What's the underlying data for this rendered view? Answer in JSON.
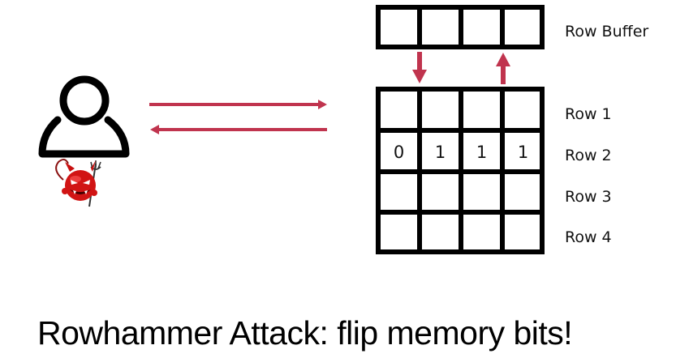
{
  "diagram": {
    "title": "Rowhammer Attack: flip memory bits!",
    "accent_color": "#C0344E",
    "row_buffer": {
      "label": "Row Buffer",
      "cells": [
        "",
        "",
        "",
        ""
      ]
    },
    "memory_rows": [
      {
        "label": "Row 1",
        "cells": [
          "",
          "",
          "",
          ""
        ]
      },
      {
        "label": "Row 2",
        "cells": [
          "0",
          "1",
          "1",
          "1"
        ]
      },
      {
        "label": "Row 3",
        "cells": [
          "",
          "",
          "",
          ""
        ]
      },
      {
        "label": "Row 4",
        "cells": [
          "",
          "",
          "",
          ""
        ]
      }
    ],
    "actors": {
      "user_icon": "user-icon",
      "attacker_icon": "devil-icon"
    },
    "arrows": [
      {
        "name": "request-arrow",
        "direction": "right",
        "meaning": "user to memory"
      },
      {
        "name": "response-arrow",
        "direction": "left",
        "meaning": "memory to user"
      },
      {
        "name": "activate-arrow",
        "direction": "down",
        "meaning": "row buffer to memory row"
      },
      {
        "name": "load-arrow",
        "direction": "up",
        "meaning": "memory row to row buffer"
      }
    ]
  }
}
